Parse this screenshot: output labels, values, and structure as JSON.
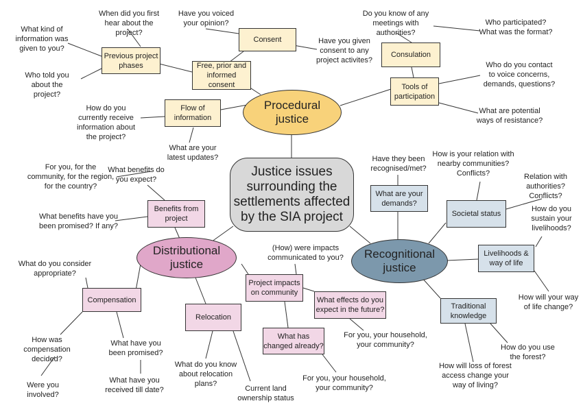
{
  "center": "Justice issues surrounding the settlements affected by the SIA project",
  "procedural": {
    "title": "Procedural justice",
    "color": "#f8d27a",
    "fpic": "Free, prior and informed consent",
    "consent": "Consent",
    "previous_phases": "Previous project phases",
    "flow_of_information": "Flow of information",
    "consultation": "Consulation",
    "tools_of_participation": "Tools of participation",
    "q_first_hear": "When did you first hear about the project?",
    "q_voiced_opinion": "Have you voiced your opinion?",
    "q_given_consent": "Have you given consent to any project activites?",
    "q_information_given": "What kind of information was given to you?",
    "q_who_told": "Who told you about the project?",
    "q_receive_information": "How do you currently receive information about the project?",
    "q_latest_updates": "What are your latest updates?",
    "q_meetings": "Do you know of any meetings with authorities?",
    "q_who_participated": "Who participated? What was the format?",
    "q_who_contact": "Who do you contact to voice concerns, demands, questions?",
    "q_resistance": "What are potential ways of resistance?"
  },
  "distributional": {
    "title": "Distributional justice",
    "color": "#e0a7c9",
    "benefits_from_project": "Benefits from project",
    "compensation": "Compensation",
    "relocation": "Relocation",
    "project_impacts": "Project impacts on community",
    "effects_future": "What effects do you expect in the future?",
    "what_changed": "What has changed already?",
    "q_for_you_region": "For you, for the community, for the region, for the country?",
    "q_benefits_expect": "What benefits do you expect?",
    "q_benefits_promised": "What benefits have you been promised? If any?",
    "q_consider_appropriate": "What do you consider appropriate?",
    "q_compensation_decided": "How was compensation decided?",
    "q_were_you_involved": "Were you involved?",
    "q_have_been_promised": "What have you been promised?",
    "q_received_till_date": "What have you received till date?",
    "q_relocation_plans": "What do you know about relocation plans?",
    "q_land_ownership": "Current land ownership status",
    "q_impacts_communicated": "(How) were impacts communicated to you?",
    "q_household_1": "For you, your household, your community?",
    "q_household_2": "For you, your household, your community?"
  },
  "recognitional": {
    "title": "Recognitional justice",
    "color": "#7c98ac",
    "what_demands": "What are your demands?",
    "societal_status": "Societal status",
    "livelihoods": "Livelihoods & way of life",
    "traditional_knowledge": "Traditional knowledge",
    "q_recognised": "Have they been recognised/met?",
    "q_relation_communities": "How is your relation with nearby communities? Conflicts?",
    "q_relation_authorities": "Relation with authorities? Conflicts?",
    "q_sustain_livelihoods": "How do you sustain your livelihoods?",
    "q_life_change": "How will your way of life change?",
    "q_use_forest": "How do you use the forest?",
    "q_forest_access": "How will loss of forest access change your way of living?"
  }
}
